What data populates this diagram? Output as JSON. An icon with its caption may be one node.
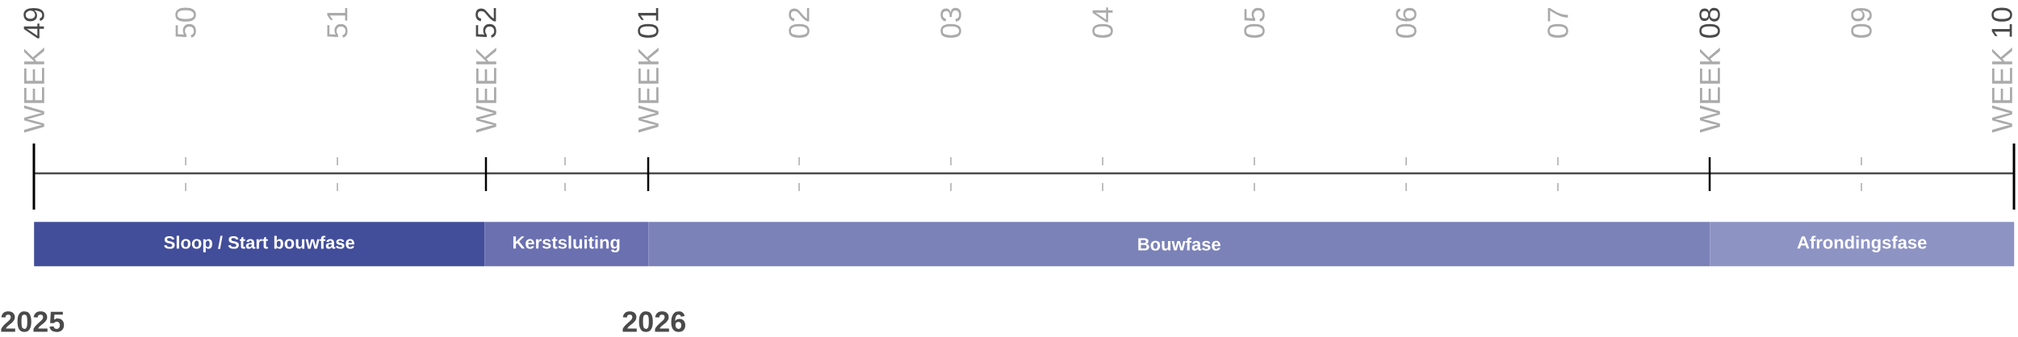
{
  "diagram": {
    "nodes": [
      {
        "text": [
          "Sloop / Start bouwfase"
        ]
      },
      {
        "text": [
          "Kerstsluiting"
        ]
      },
      {
        "text": [
          "Bouwfase"
        ]
      },
      {
        "text": [
          "Afrondingsfase"
        ]
      }
    ],
    "edges": [],
    "labels": [
      "WEEK",
      "49",
      "50",
      "51",
      "WEEK",
      "52",
      "WEEK",
      "01",
      "02",
      "03",
      "04",
      "05",
      "06",
      "07",
      "WEEK",
      "08",
      "09",
      "WEEK",
      "10",
      "2025",
      "2026"
    ]
  }
}
